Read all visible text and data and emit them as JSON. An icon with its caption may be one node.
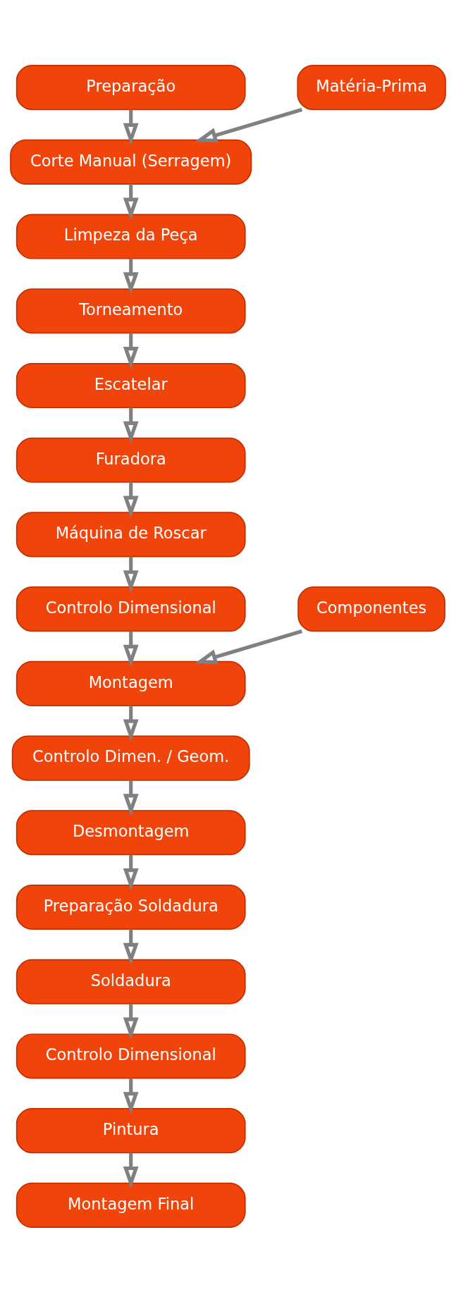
{
  "diagram": {
    "nodes": [
      {
        "text": [
          "Preparação"
        ]
      },
      {
        "text": [
          "Matéria-Prima"
        ]
      },
      {
        "text": [
          "Corte Manual (Serragem)"
        ]
      },
      {
        "text": [
          "Limpeza da Peça"
        ]
      },
      {
        "text": [
          "Torneamento"
        ]
      },
      {
        "text": [
          "Escatelar"
        ]
      },
      {
        "text": [
          "Furadora"
        ]
      },
      {
        "text": [
          "Máquina de Roscar"
        ]
      },
      {
        "text": [
          "Controlo Dimensional"
        ]
      },
      {
        "text": [
          "Componentes"
        ]
      },
      {
        "text": [
          "Montagem"
        ]
      },
      {
        "text": [
          "Controlo Dimen. / Geom."
        ]
      },
      {
        "text": [
          "Desmontagem"
        ]
      },
      {
        "text": [
          "Preparação Soldadura"
        ]
      },
      {
        "text": [
          "Soldadura"
        ]
      },
      {
        "text": [
          "Controlo Dimensional"
        ]
      },
      {
        "text": [
          "Pintura"
        ]
      },
      {
        "text": [
          "Montagem Final"
        ]
      }
    ],
    "edges": [
      {
        "from": 0,
        "to": 2,
        "arrow": "to"
      },
      {
        "from": 1,
        "to": 2,
        "arrow": "to"
      },
      {
        "from": 2,
        "to": 3,
        "arrow": "to"
      },
      {
        "from": 3,
        "to": 4,
        "arrow": "to"
      },
      {
        "from": 4,
        "to": 5,
        "arrow": "to"
      },
      {
        "from": 5,
        "to": 6,
        "arrow": "to"
      },
      {
        "from": 6,
        "to": 7,
        "arrow": "to"
      },
      {
        "from": 7,
        "to": 8,
        "arrow": "to"
      },
      {
        "from": 8,
        "to": 10,
        "arrow": "to"
      },
      {
        "from": 9,
        "to": 10,
        "arrow": "to"
      },
      {
        "from": 10,
        "to": 11,
        "arrow": "to"
      },
      {
        "from": 11,
        "to": 12,
        "arrow": "to"
      },
      {
        "from": 12,
        "to": 13,
        "arrow": "to"
      },
      {
        "from": 13,
        "to": 14,
        "arrow": "to"
      },
      {
        "from": 14,
        "to": 15,
        "arrow": "to"
      },
      {
        "from": 15,
        "to": 16,
        "arrow": "to"
      },
      {
        "from": 16,
        "to": 17,
        "arrow": "to"
      }
    ]
  }
}
